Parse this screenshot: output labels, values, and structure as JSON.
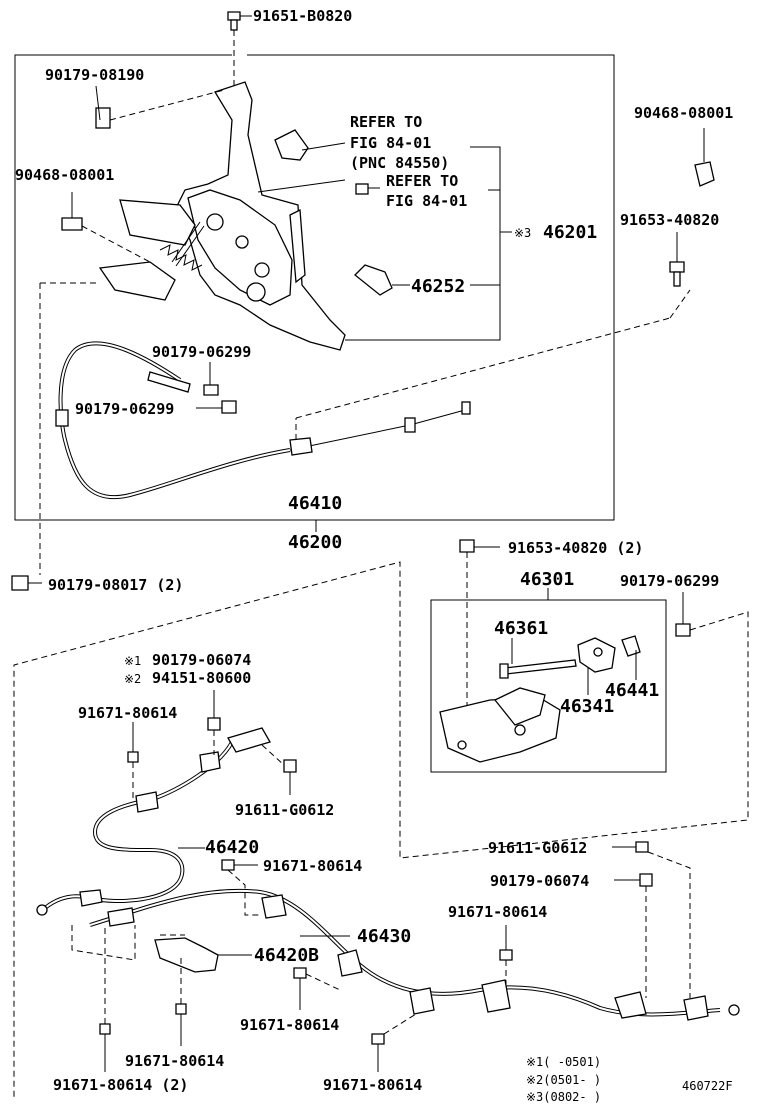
{
  "labels": {
    "p91651": "91651-B0820",
    "p90179_08190": "90179-08190",
    "refer1_a": "REFER TO",
    "refer1_b": "FIG 84-01",
    "refer1_c": "(PNC 84550)",
    "refer2_a": "REFER TO",
    "refer2_b": "FIG 84-01",
    "p90468_left": "90468-08001",
    "p90468_right": "90468-08001",
    "p91653_top": "91653-40820",
    "p46201_mark": "※3",
    "p46201": "46201",
    "p46252": "46252",
    "p90179_06299_a": "90179-06299",
    "p90179_06299_b": "90179-06299",
    "p46410": "46410",
    "p46200": "46200",
    "p90179_08017": "90179-08017 (2)",
    "p91653_mid": "91653-40820 (2)",
    "p46301": "46301",
    "p90179_06299_c": "90179-06299",
    "p46361": "46361",
    "p46441": "46441",
    "p46341": "46341",
    "mark1": "※1",
    "p90179_06074_a": "90179-06074",
    "mark2": "※2",
    "p94151": "94151-80600",
    "p91671_a": "91671-80614",
    "p91611_a": "91611-G0612",
    "p46420": "46420",
    "p91671_b": "91671-80614",
    "p91611_b": "91611-G0612",
    "p90179_06074_b": "90179-06074",
    "p91671_c": "91671-80614",
    "p46430": "46430",
    "p46420B": "46420B",
    "p91671_d": "91671-80614",
    "p91671_e": "91671-80614",
    "p91671_f": "91671-80614 (2)",
    "p91671_g": "91671-80614"
  },
  "legend": {
    "l1": "※1(      -0501)",
    "l2": "※2(0501-      )",
    "l3": "※3(0802-      )"
  },
  "diagram_code": "460722F"
}
